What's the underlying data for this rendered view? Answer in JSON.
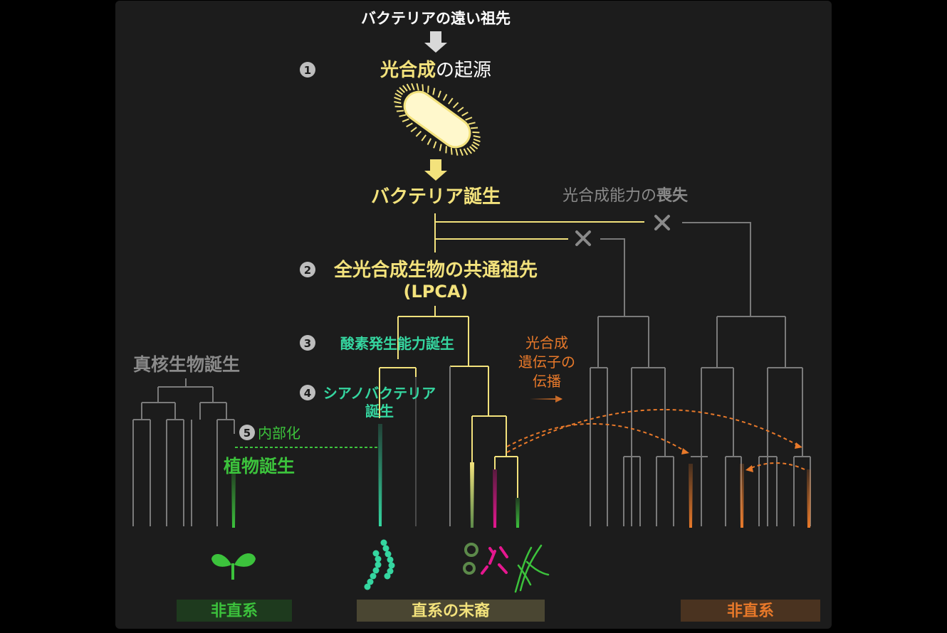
{
  "title_top": "バクテリアの遠い祖先",
  "steps": {
    "s1": {
      "num": "1",
      "text_highlight": "光合成",
      "text_rest": "の起源"
    },
    "bacteria_birth": "バクテリア誕生",
    "loss": {
      "text_rest": "光合成能力の",
      "text_bold": "喪失"
    },
    "s2": {
      "num": "2",
      "line1": "全光合成生物の共通祖先",
      "line2": "(LPCA)"
    },
    "s3": {
      "num": "3",
      "text": "酸素発生能力誕生"
    },
    "s4": {
      "num": "4",
      "line1": "シアノバクテリア",
      "line2": "誕生"
    },
    "s5": {
      "num": "5",
      "text": "内部化"
    },
    "eukaryote": "真核生物誕生",
    "plant": "植物誕生",
    "transfer": {
      "line1": "光合成",
      "line2": "遺伝子の",
      "line3": "伝播"
    }
  },
  "bottom_labels": {
    "left": "非直系",
    "center": "直系の末裔",
    "right": "非直系"
  },
  "colors": {
    "yellow": "#f3e27c",
    "cyan": "#35d6a0",
    "green": "#3cc23c",
    "orange": "#e8792a",
    "gray": "#7a7a7a",
    "magenta": "#e5178f",
    "bg": "#1c1c1c"
  }
}
